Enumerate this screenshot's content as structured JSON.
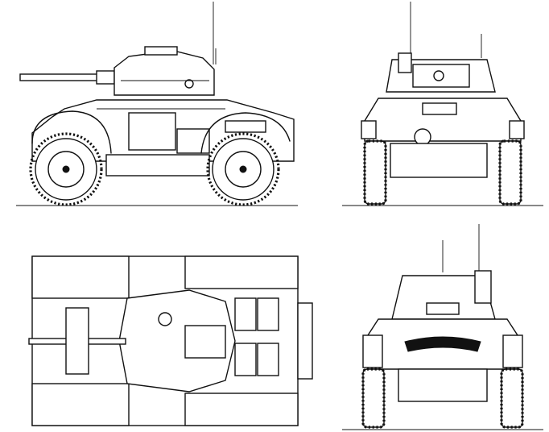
{
  "drawing": {
    "views": [
      {
        "id": "side-view"
      },
      {
        "id": "front-view"
      },
      {
        "id": "top-view"
      },
      {
        "id": "rear-view"
      }
    ],
    "colors": {
      "ink": "#111111",
      "paper": "#ffffff",
      "rear_panel_fill": "#111111"
    }
  }
}
